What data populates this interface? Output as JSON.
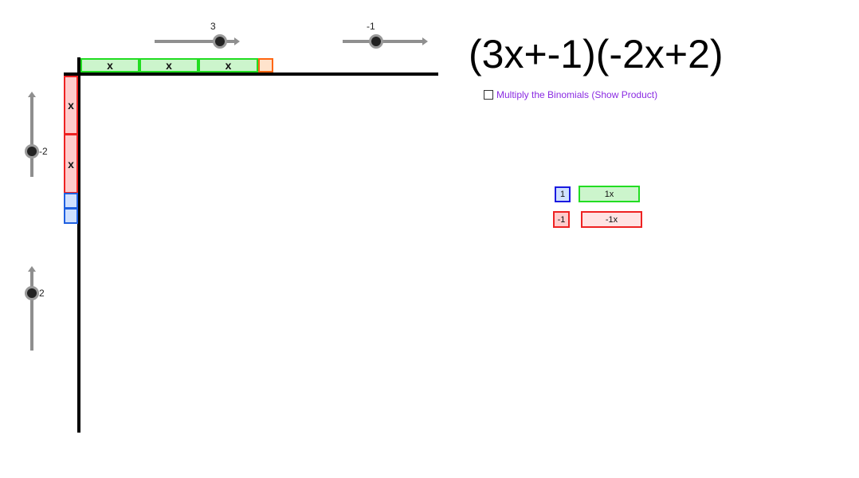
{
  "sliders": {
    "top_left": {
      "value": "3"
    },
    "top_right": {
      "value": "-1"
    },
    "left_upper": {
      "value": "-2"
    },
    "left_lower": {
      "value": "2"
    }
  },
  "expression": {
    "text": "(3x+-1)(-2x+2)"
  },
  "checkbox": {
    "label": "Multiply the Binomials (Show Product)",
    "checked": false
  },
  "tiles": {
    "top": [
      "x",
      "x",
      "x"
    ],
    "left": [
      "x",
      "x"
    ]
  },
  "legend": {
    "positive_unit": "1",
    "positive_x": "1x",
    "negative_unit": "-1",
    "negative_x": "-1x"
  },
  "colors": {
    "green": "#22dd22",
    "red": "#ee2222",
    "blue": "#1f5fe0",
    "orange": "#ff6611",
    "label_purple": "#8a2be2"
  }
}
